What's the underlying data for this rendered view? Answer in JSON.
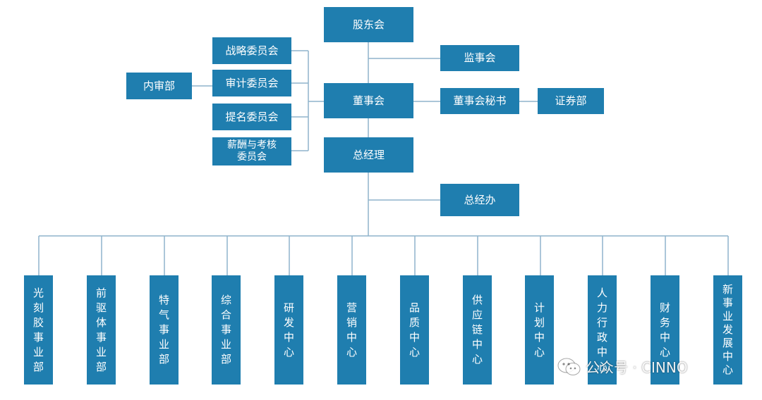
{
  "org": {
    "shareholders": "股东会",
    "supervisory": "监事会",
    "board": "董事会",
    "board_secretary": "董事会秘书",
    "securities": "证券部",
    "general_manager": "总经理",
    "gm_office": "总经办",
    "audit_dept": "内审部",
    "committees": [
      {
        "label": "战略委员会"
      },
      {
        "label": "审计委员会"
      },
      {
        "label": "提名委员会"
      },
      {
        "label": "薪酬与考核\n委员会"
      }
    ],
    "departments": [
      {
        "label": "光刻胶事业部"
      },
      {
        "label": "前驱体事业部"
      },
      {
        "label": "特气事业部"
      },
      {
        "label": "综合事业部"
      },
      {
        "label": "研发中心"
      },
      {
        "label": "营销中心"
      },
      {
        "label": "品质中心"
      },
      {
        "label": "供应链中心"
      },
      {
        "label": "计划中心"
      },
      {
        "label": "人力行政中心"
      },
      {
        "label": "财务中心"
      },
      {
        "label": "新事业发展中心"
      }
    ]
  },
  "watermark": {
    "icon": "wechat-icon",
    "text": "公众号 · CINNO"
  },
  "colors": {
    "box": "#1f7eaf",
    "line": "#8fb3cc"
  }
}
